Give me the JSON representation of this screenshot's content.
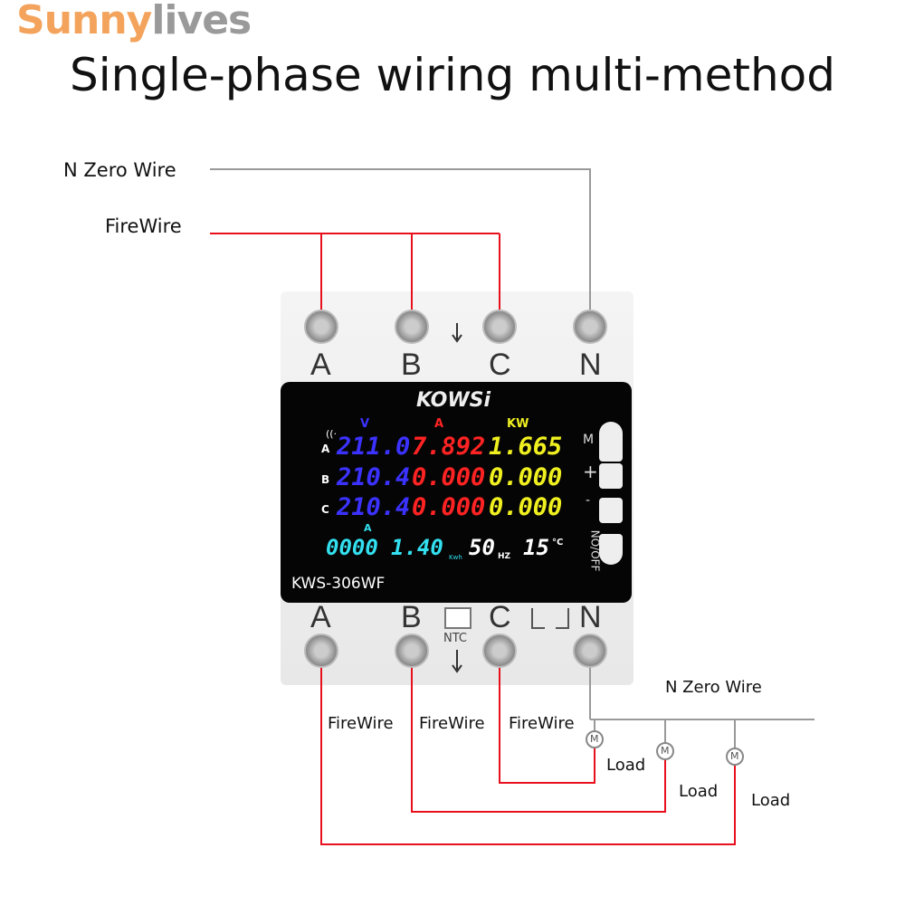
{
  "brand": {
    "part1": "Sunny",
    "part2": "lives"
  },
  "title": "Single-phase wiring multi-method",
  "labels": {
    "n_zero_wire": "N Zero Wire",
    "firewire": "FireWire",
    "load": "Load",
    "motor": "M"
  },
  "terminals": {
    "top": [
      "A",
      "B",
      "C",
      "N"
    ],
    "bottom": [
      "A",
      "B",
      "C",
      "N"
    ],
    "ntc": "NTC"
  },
  "display": {
    "brand": "KOWSi",
    "model": "KWS-306WF",
    "col_headers": {
      "v": "V",
      "a": "A",
      "kw": "KW"
    },
    "rows": [
      {
        "phase": "A",
        "v": "211.0",
        "a": "7.892",
        "kw": "1.665"
      },
      {
        "phase": "B",
        "v": "210.4",
        "a": "0.000",
        "kw": "0.000"
      },
      {
        "phase": "C",
        "v": "210.4",
        "a": "0.000",
        "kw": "0.000"
      }
    ],
    "energy_label": "A",
    "energy": "0000",
    "energy2": "1.40",
    "energy_unit": "Kwh",
    "freq": "50",
    "freq_unit": "HZ",
    "temp": "15",
    "temp_unit": "°C",
    "buttons": {
      "m": "M",
      "plus": "+",
      "minus": "-",
      "onoff": "NO/OFF"
    }
  },
  "colors": {
    "fire": "#e8101c",
    "neutral": "#999999",
    "v": "#3b32ff",
    "a": "#ff2323",
    "kw": "#f0f020",
    "energy": "#33e0f0"
  }
}
